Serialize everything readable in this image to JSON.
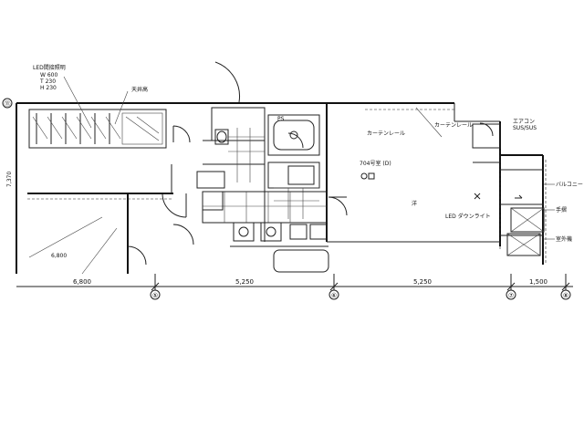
{
  "labels": {
    "led": "LED間接照明",
    "spec_w": "W 600",
    "spec_t": "T 230",
    "spec_h": "H 230",
    "ps": "PS",
    "ceiling": "天井高",
    "room_no": "704号室 (D)",
    "yo": "洋",
    "curtain_1": "カーテンレール",
    "curtain_2": "カーテンレール",
    "lighting": "LED ダウンライト",
    "aircon_1": "エアコン",
    "aircon_2": "SUS/SUS",
    "side_1": "バルコニー",
    "side_2": "手摺",
    "side_3": "室外機",
    "side_left": "7,370",
    "side_mid": "6,800"
  },
  "dimensions": {
    "d1": "6,800",
    "d2": "5,250",
    "d3": "5,250",
    "d4": "1,500"
  },
  "axes": {
    "left": "⑪",
    "a5": "⑤",
    "a6": "⑥",
    "a7": "⑦",
    "a8": "⑧"
  }
}
